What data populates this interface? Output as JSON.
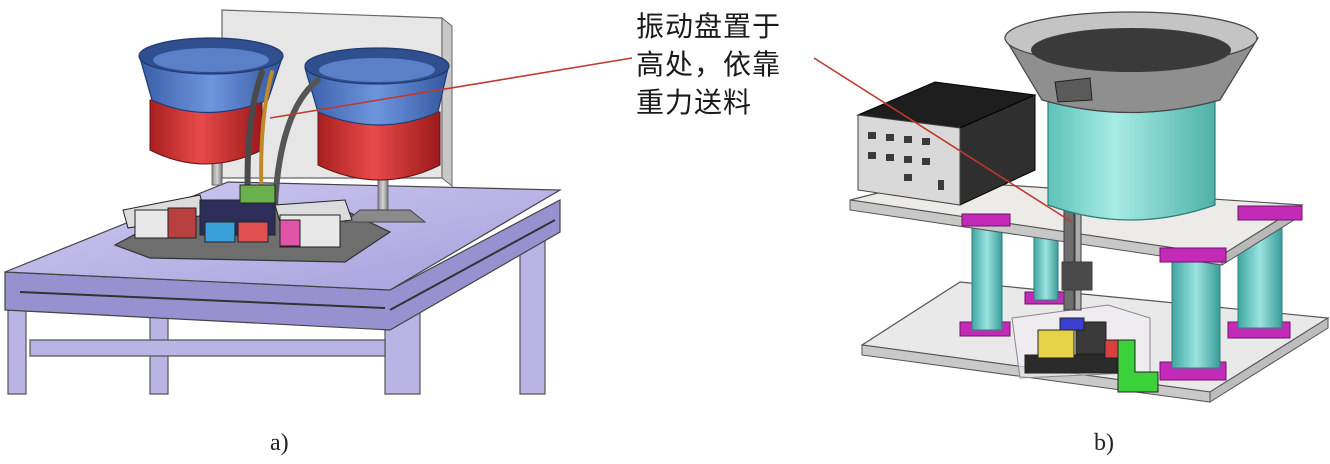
{
  "callout": {
    "lines": [
      "振动盘置于",
      "高处，依靠",
      "重力送料"
    ]
  },
  "captions": {
    "a": "a)",
    "b": "b)"
  },
  "colors": {
    "table_top": "#b8b2e6",
    "bowl_blue": "#4f78c7",
    "drive_red": "#d93a3a",
    "bowl_teal": "#7fd8d0",
    "pillar_teal": "#66c9c4",
    "magenta": "#c42ab8",
    "control_box": "#2e2e2e",
    "leader_line": "#c0392b"
  }
}
